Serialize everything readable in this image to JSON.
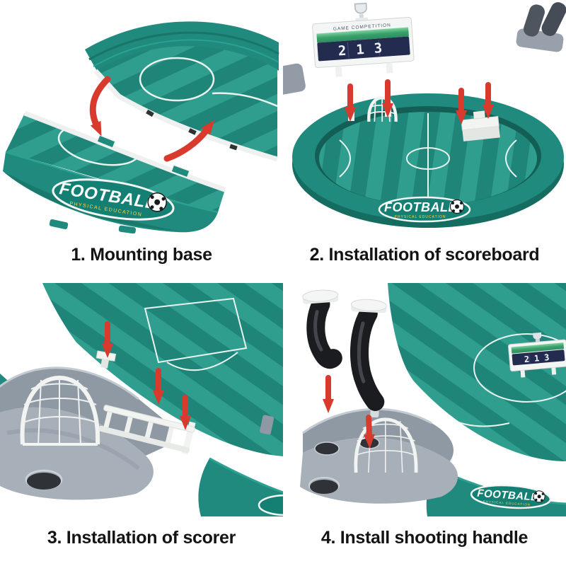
{
  "page": {
    "background": "#ffffff"
  },
  "steps": [
    {
      "label": "1. Mounting base"
    },
    {
      "label": "2. Installation of scoreboard"
    },
    {
      "label": "3. Installation of scorer"
    },
    {
      "label": "4. Install shooting handle"
    }
  ],
  "product": {
    "brand": "FOOTBALL",
    "brand_subtitle": "PHYSICAL EDUCATION",
    "scoreboard": {
      "header": "GAME COMPETITION",
      "score": "213"
    }
  },
  "colors": {
    "table_teal": "#1f8a7d",
    "field_green_light": "#2f9e8e",
    "field_green_dark": "#1f8578",
    "field_line_white": "#e9f4f1",
    "arrow_red": "#d83a2e",
    "plastic_gray": "#97a0ab",
    "plastic_white": "#f2f4f2",
    "handle_black": "#1b1c1f",
    "display_navy": "#232c4e",
    "badge_gold": "#ffd24a",
    "caption_black": "#141414"
  }
}
